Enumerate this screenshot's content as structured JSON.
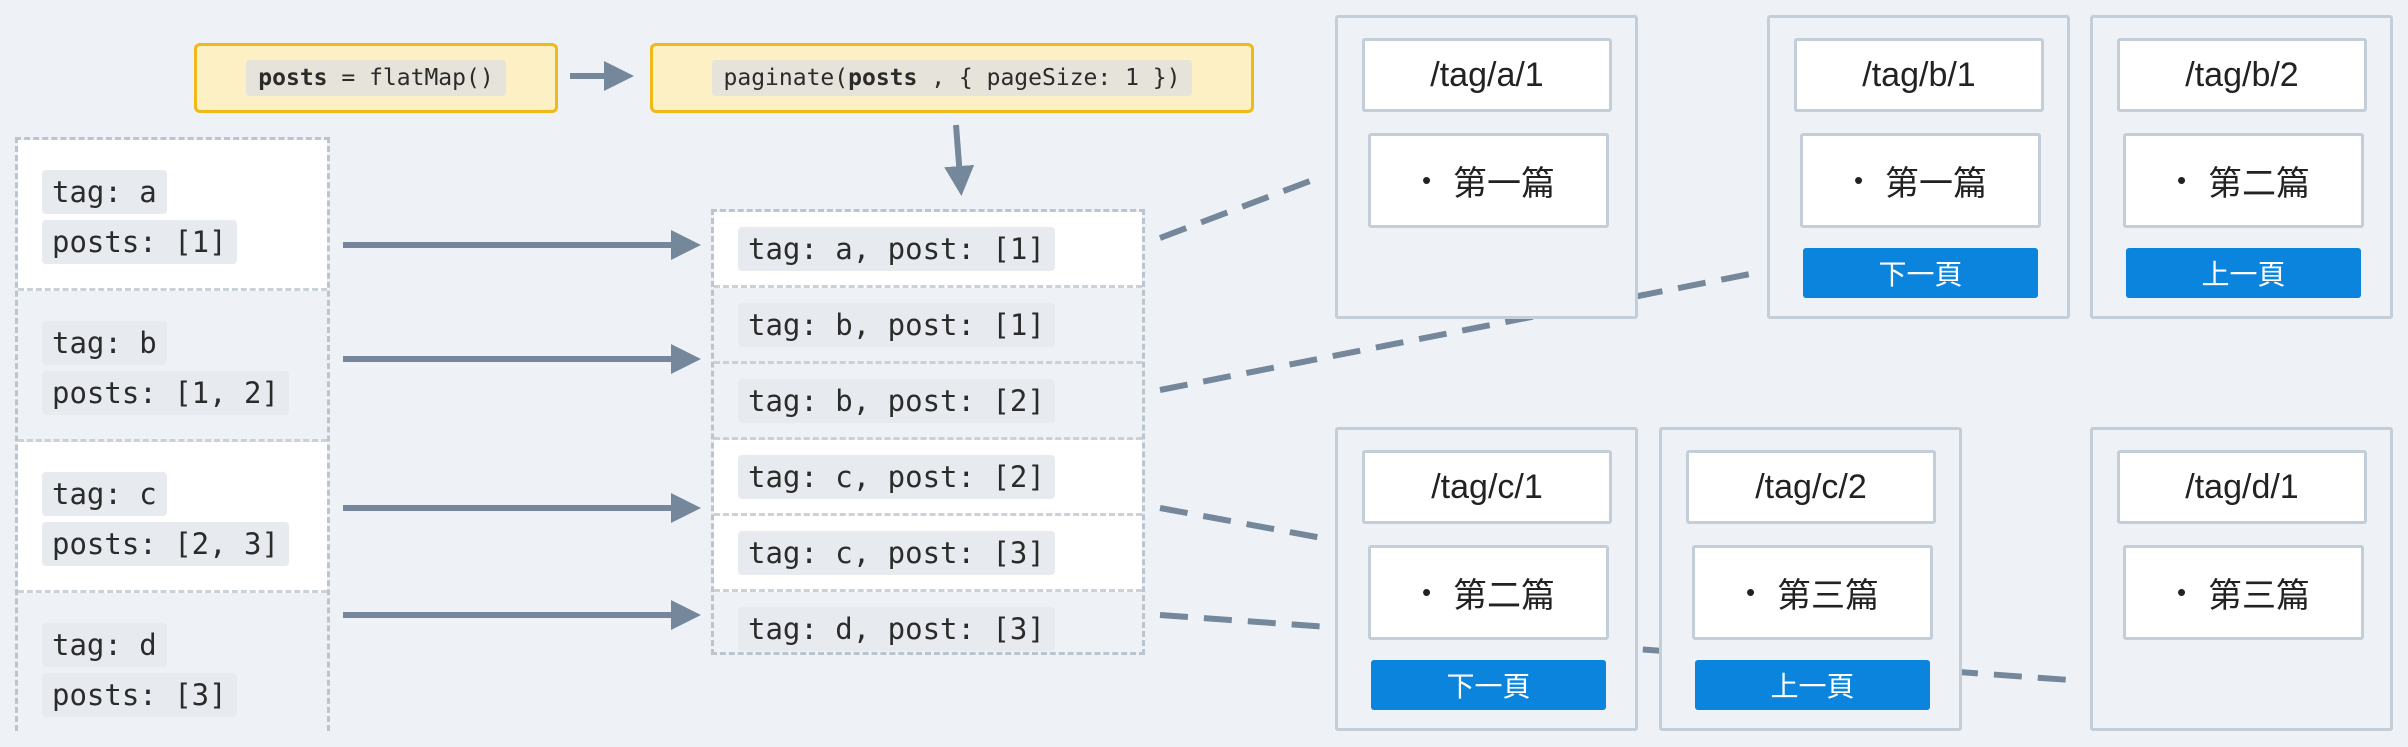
{
  "code": {
    "flatmap_var": "posts",
    "flatmap_rest": " = flatMap()",
    "paginate_pre": "paginate(",
    "paginate_var": "posts",
    "paginate_rest": " , { pageSize: 1 })"
  },
  "groups": [
    {
      "tag": "tag: a",
      "posts": "posts: [1]"
    },
    {
      "tag": "tag: b",
      "posts": "posts: [1, 2]"
    },
    {
      "tag": "tag: c",
      "posts": "posts: [2, 3]"
    },
    {
      "tag": "tag: d",
      "posts": "posts: [3]"
    }
  ],
  "flat": [
    "tag: a, post: [1]",
    "tag: b, post: [1]",
    "tag: b, post: [2]",
    "tag: c, post: [2]",
    "tag: c, post: [3]",
    "tag: d, post: [3]"
  ],
  "pages": [
    {
      "slug": "/tag/a/1",
      "post": "第一篇",
      "button": ""
    },
    {
      "slug": "/tag/b/1",
      "post": "第一篇",
      "button": "下一頁"
    },
    {
      "slug": "/tag/b/2",
      "post": "第二篇",
      "button": "上一頁"
    },
    {
      "slug": "/tag/c/1",
      "post": "第二篇",
      "button": "下一頁"
    },
    {
      "slug": "/tag/c/2",
      "post": "第三篇",
      "button": "上一頁"
    },
    {
      "slug": "/tag/d/1",
      "post": "第三篇",
      "button": ""
    }
  ],
  "bullet": "•",
  "colors": {
    "background": "#eef2f6",
    "code_box_fill": "#fdf0c4",
    "code_box_border": "#f0b917",
    "connector": "#75879a",
    "button": "#0a84dc"
  }
}
